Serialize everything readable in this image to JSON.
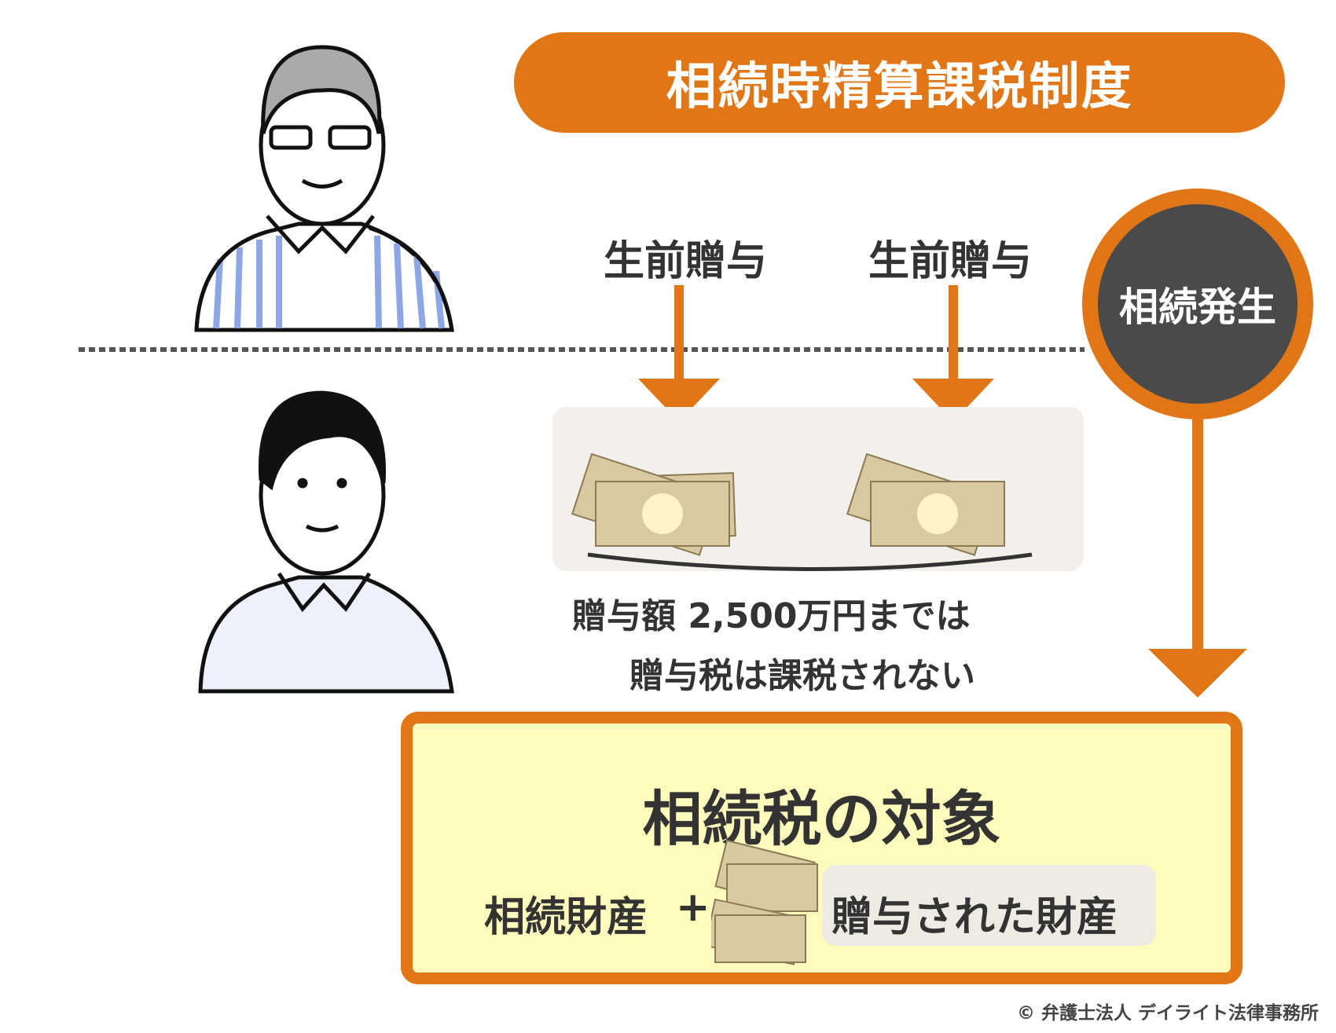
{
  "title": "相続時精算課税制度",
  "gift_labels": [
    "生前贈与",
    "生前贈与"
  ],
  "event": "相続発生",
  "note": {
    "line1": "贈与額 2,500万円までは",
    "line2": "贈与税は課税されない"
  },
  "result": {
    "title": "相続税の対象",
    "left": "相続財産",
    "plus": "+",
    "right": "贈与された財産"
  },
  "copyright": "© 弁護士法人 デイライト法律事務所",
  "colors": {
    "accent": "#e07616",
    "circle": "#4a4a4a",
    "result_bg": "#fffbbd"
  }
}
